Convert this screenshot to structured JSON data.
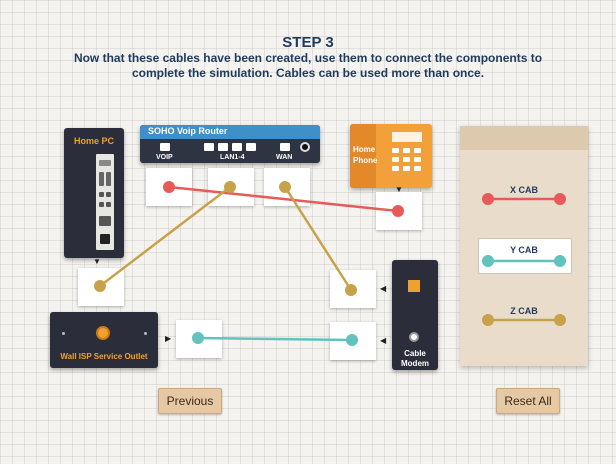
{
  "header": {
    "step": "STEP 3",
    "instructions": "Now that these cables have been created, use them to connect the components to complete the simulation. Cables can be used more than once."
  },
  "devices": {
    "home_pc": "Home PC",
    "router": {
      "title": "SOHO Voip Router",
      "port_voip": "VOIP",
      "port_lan": "LAN1-4",
      "port_wan": "WAN"
    },
    "home_phone": "Home Phone",
    "wall_outlet": "Wall ISP Service Outlet",
    "cable_modem": "Cable Modem"
  },
  "cables": [
    {
      "label": "X CAB",
      "color": "#e85a5a"
    },
    {
      "label": "Y CAB",
      "color": "#62c2be"
    },
    {
      "label": "Z CAB",
      "color": "#c8a24a"
    }
  ],
  "buttons": {
    "previous": "Previous",
    "reset": "Reset All"
  },
  "colors": {
    "title": "#1f3a5c",
    "device_dark": "#2b2e3a",
    "phone_orange": "#f3a03a",
    "label_orange": "#f0a030"
  }
}
